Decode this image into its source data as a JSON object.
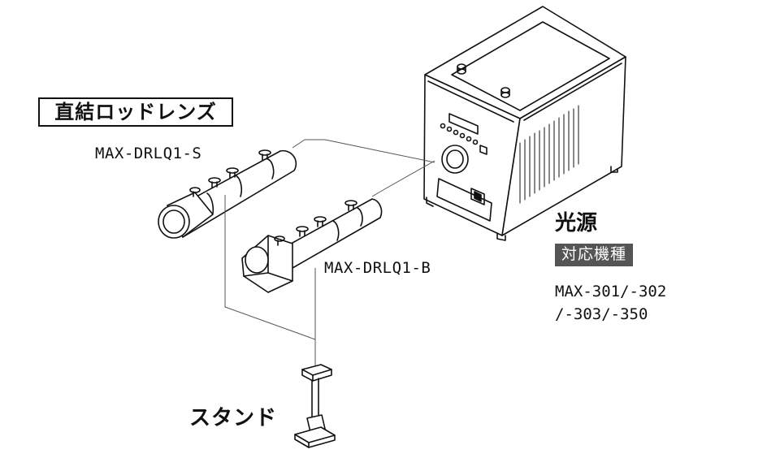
{
  "title_label": "直結ロッドレンズ",
  "rod_lens_s": "MAX-DRLQ1-S",
  "rod_lens_b": "MAX-DRLQ1-B",
  "light_source": {
    "label": "光源",
    "compat_badge": "対応機種",
    "compat_models": "MAX-301/-302\n/-303/-350"
  },
  "stand_label": "スタンド"
}
